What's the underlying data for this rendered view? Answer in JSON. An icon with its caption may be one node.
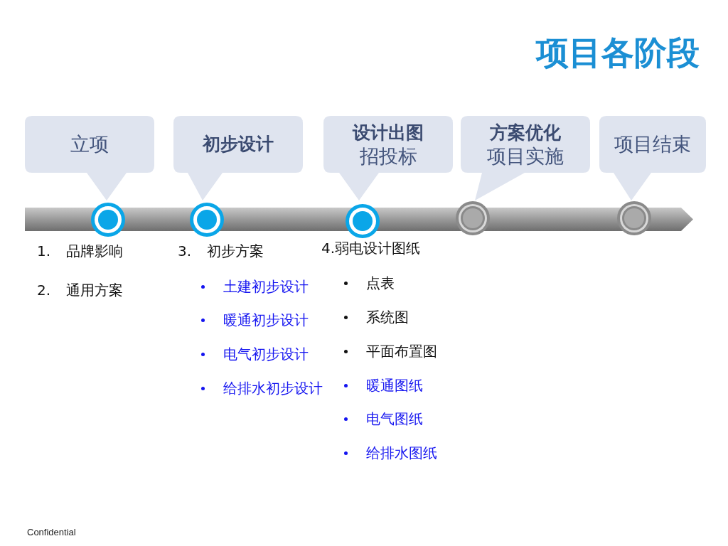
{
  "diagram": {
    "title": "项目各阶段",
    "nodes": [
      {
        "text": [
          "立项"
        ]
      },
      {
        "text": [
          "初步设计"
        ]
      },
      {
        "text": [
          "设计出图",
          "招投标"
        ]
      },
      {
        "text": [
          "方案优化",
          "项目实施"
        ]
      },
      {
        "text": [
          "项目结束"
        ]
      },
      {
        "text": [],
        "shape": "bar"
      },
      {
        "text": [],
        "shape": "circle"
      },
      {
        "text": [],
        "shape": "circle"
      },
      {
        "text": [],
        "shape": "circle"
      },
      {
        "text": [],
        "shape": "circle"
      },
      {
        "text": [],
        "shape": "circle"
      }
    ],
    "edges": [],
    "labels": [
      "1. 品牌影响",
      "2. 通用方案",
      "3. 初步方案",
      "土建初步设计",
      "暖通初步设计",
      "电气初步设计",
      "给排水初步设计",
      "4.弱电设计图纸",
      "点表",
      "系统图",
      "平面布置图",
      "暖通图纸",
      "电气图纸",
      "给排水图纸",
      "Confidential"
    ]
  }
}
